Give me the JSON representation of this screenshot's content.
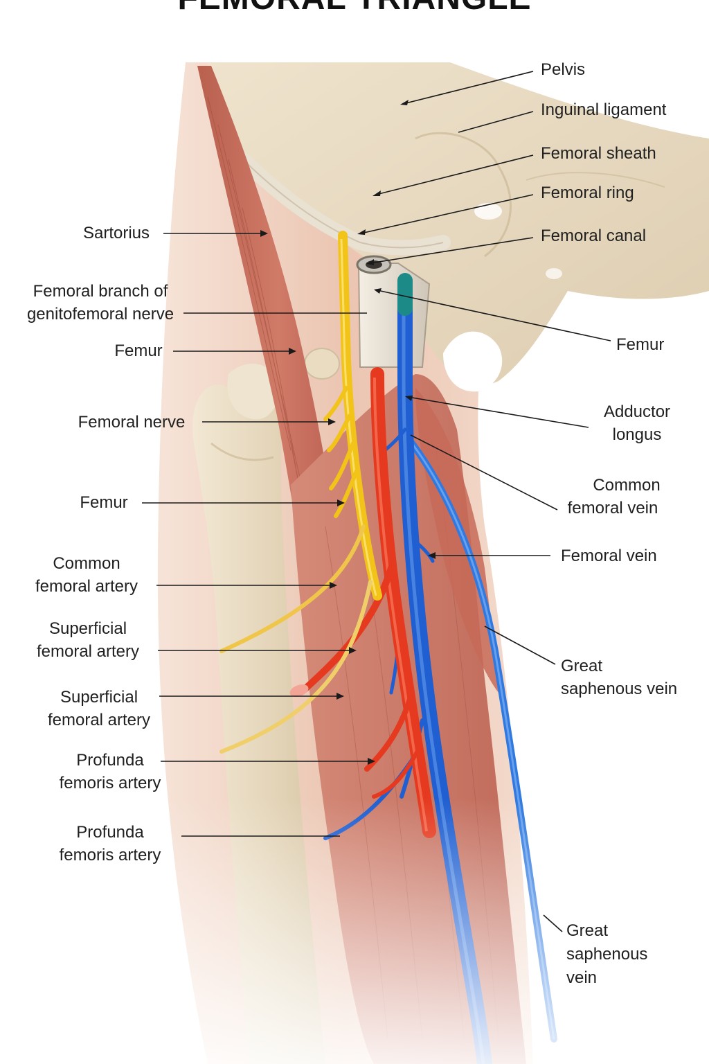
{
  "title": "FEMORAL TRIANGLE",
  "colors": {
    "nerve": "#f2c318",
    "artery": "#e53a1f",
    "vein": "#1f5fd1",
    "muscle": "#c9705f",
    "bone": "#e8dcc4",
    "skin": "#f1d3c2",
    "leader": "#1a1a1a"
  },
  "labels": {
    "pelvis": "Pelvis",
    "inguinal_ligament": "Inguinal ligament",
    "femoral_sheath": "Femoral sheath",
    "femoral_ring": "Femoral ring",
    "femoral_canal": "Femoral canal",
    "sartorius": "Sartorius",
    "genitofemoral": [
      "Femoral branch of",
      "genitofemoral nerve"
    ],
    "femur_upper_left": "Femur",
    "femur_right": "Femur",
    "femoral_nerve": "Femoral nerve",
    "adductor_longus": [
      "Adductor",
      "longus"
    ],
    "common_femoral_vein": [
      "Common",
      "femoral vein"
    ],
    "femur_mid_left": "Femur",
    "femoral_vein": "Femoral vein",
    "common_femoral_artery": [
      "Common",
      "femoral artery"
    ],
    "superficial_femoral_artery_1": [
      "Superficial",
      "femoral artery"
    ],
    "great_saphenous_vein_1": [
      "Great",
      "saphenous vein"
    ],
    "superficial_femoral_artery_2": [
      "Superficial",
      "femoral artery"
    ],
    "profunda_femoris_artery_1": [
      "Profunda",
      "femoris artery"
    ],
    "profunda_femoris_artery_2": [
      "Profunda",
      "femoris artery"
    ],
    "great_saphenous_vein_2": [
      "Great",
      "saphenous",
      "vein"
    ]
  }
}
